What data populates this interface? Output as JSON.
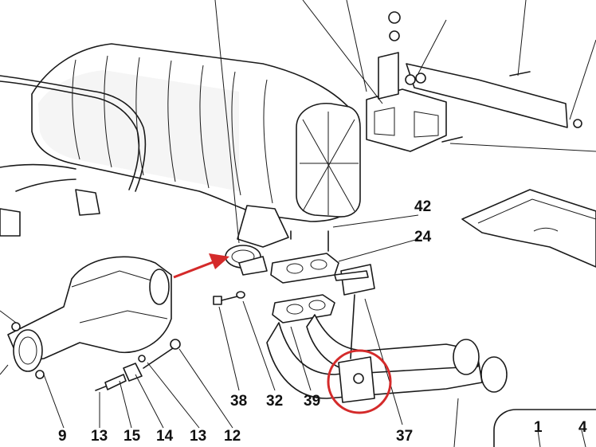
{
  "diagram": {
    "callouts": {
      "c9": "9",
      "c13a": "13",
      "c15": "15",
      "c14": "14",
      "c13b": "13",
      "c12": "12",
      "c38": "38",
      "c32": "32",
      "c39": "39",
      "c37": "37",
      "c42": "42",
      "c24": "24",
      "c1": "1",
      "c4": "4"
    },
    "highlight_color": "#d42a2a"
  }
}
